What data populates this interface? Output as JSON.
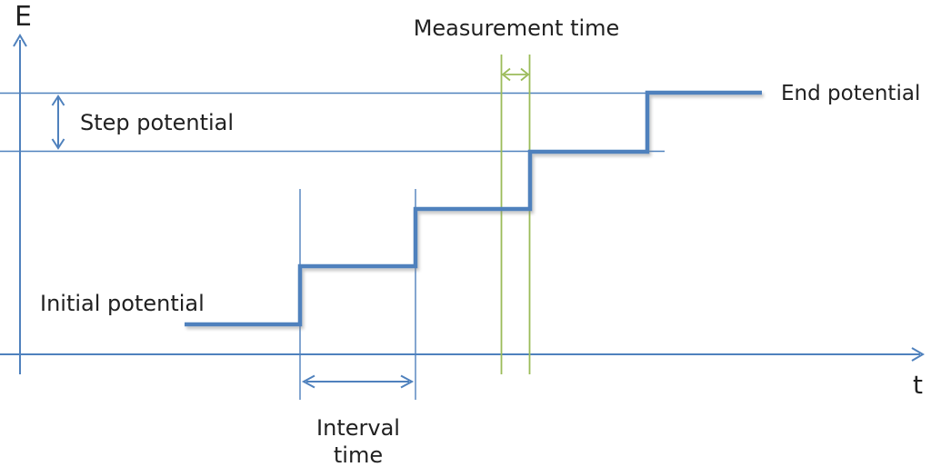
{
  "figure": {
    "type": "staircase-potential-waveform-diagram",
    "y_axis_label": "E",
    "x_axis_label": "t",
    "labels": {
      "measurement_time": "Measurement time",
      "end_potential": "End potential",
      "step_potential": "Step potential",
      "initial_potential": "Initial potential",
      "interval_time": "Interval\ntime"
    },
    "waveform": {
      "description": "staircase rising from initial potential to end potential",
      "num_steps": 5,
      "annotations": [
        "step potential = vertical distance between successive potential levels",
        "interval time = duration of one step",
        "measurement time = short window at end of a step"
      ]
    },
    "colors": {
      "line_blue": "#4f81bd",
      "green": "#9bbb59",
      "text": "#212121",
      "background": "#ffffff"
    }
  }
}
